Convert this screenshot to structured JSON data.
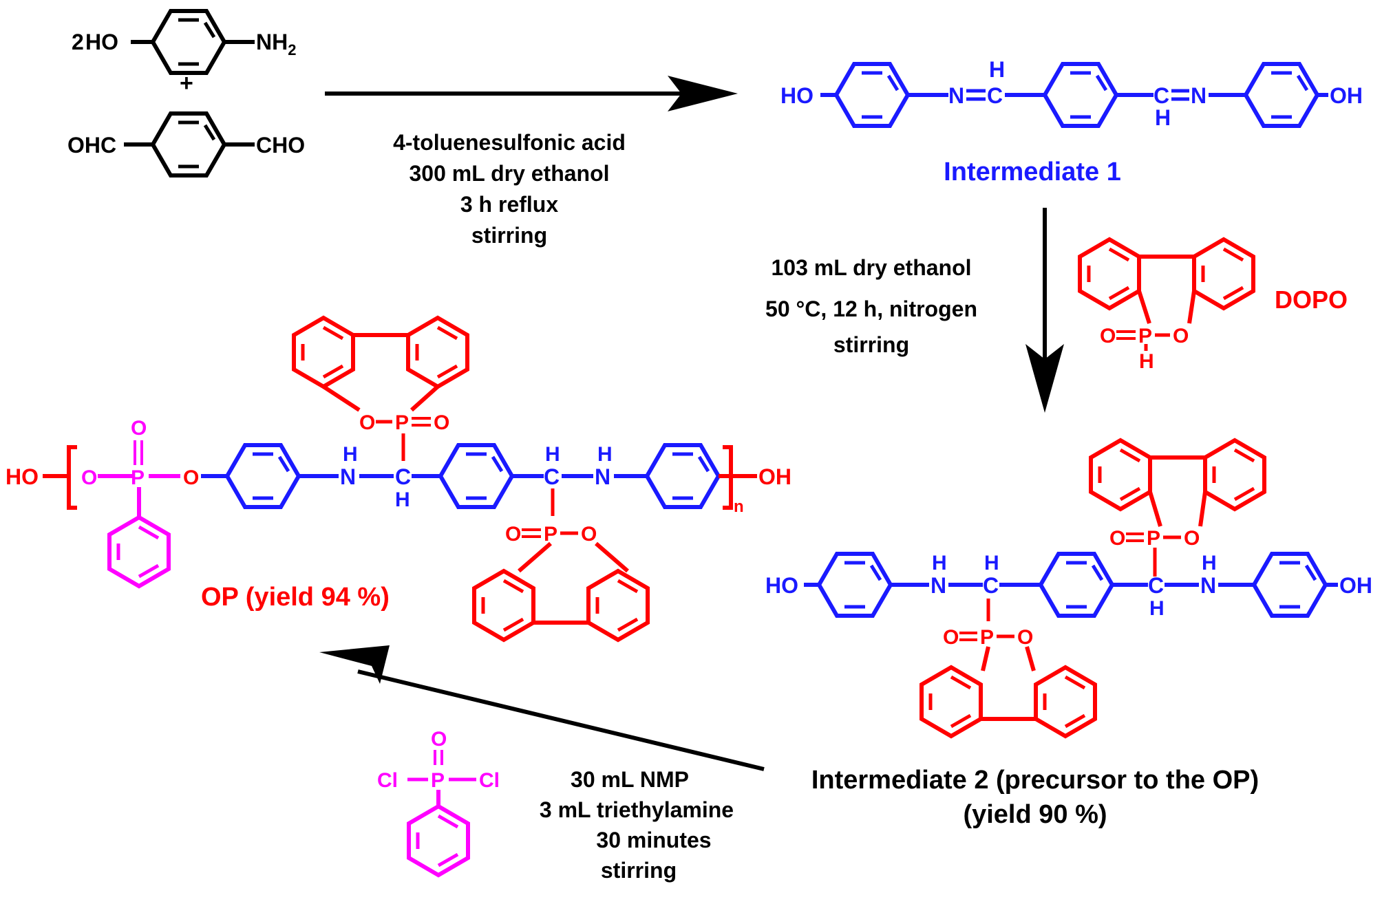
{
  "colors": {
    "reagent": "#000000",
    "intermediate": "#1a1aff",
    "dopo": "#ff0000",
    "phosphonate": "#ff00ff"
  },
  "step1": {
    "coefficient": "2",
    "aminophenol": {
      "ho": "HO",
      "nh2": "NH",
      "nh2_sub": "2"
    },
    "plus": "+",
    "terephthalaldehyde": {
      "left": "OHC",
      "right": "CHO"
    },
    "conditions": [
      "4-toluenesulfonic acid",
      "300 mL dry ethanol",
      "3 h reflux",
      "stirring"
    ]
  },
  "intermediate1": {
    "label": "Intermediate 1",
    "atoms": {
      "ho": "HO",
      "n1": "N",
      "c1": "C",
      "h1": "H",
      "c2": "C",
      "n2": "N",
      "h2": "H",
      "oh": "OH"
    }
  },
  "dopo": {
    "label": "DOPO",
    "o_exo": "O",
    "p": "P",
    "o_ring": "O",
    "h": "H"
  },
  "step2": {
    "conditions": [
      "103 mL dry ethanol",
      "50 °C, 12 h, nitrogen",
      "stirring"
    ]
  },
  "intermediate2": {
    "label": "Intermediate 2 (precursor to the OP)",
    "yield": "(yield 90 %)",
    "atoms": {
      "ho": "HO",
      "nh1_h": "H",
      "nh1_n": "N",
      "ch1_h": "H",
      "ch1_c": "C",
      "ch2_c": "C",
      "ch2_h": "H",
      "nh2_h": "H",
      "nh2_n": "N",
      "oh": "OH"
    }
  },
  "step3": {
    "reagent": {
      "o": "O",
      "cl_left": "Cl",
      "p": "P",
      "cl_right": "Cl"
    },
    "conditions": [
      "30 mL NMP",
      "3 mL triethylamine",
      "30 minutes",
      "stirring"
    ]
  },
  "op": {
    "label": "OP  (yield 94 %)",
    "atoms": {
      "ho": "HO",
      "o1": "O",
      "p": "P",
      "o_top": "O",
      "o2": "O",
      "nh1_h": "H",
      "nh1_n": "N",
      "c1": "C",
      "h1": "H",
      "c2": "C",
      "h2": "H",
      "nh2_h": "H",
      "nh2_n": "N",
      "n_sub": "n",
      "oh": "OH"
    }
  }
}
